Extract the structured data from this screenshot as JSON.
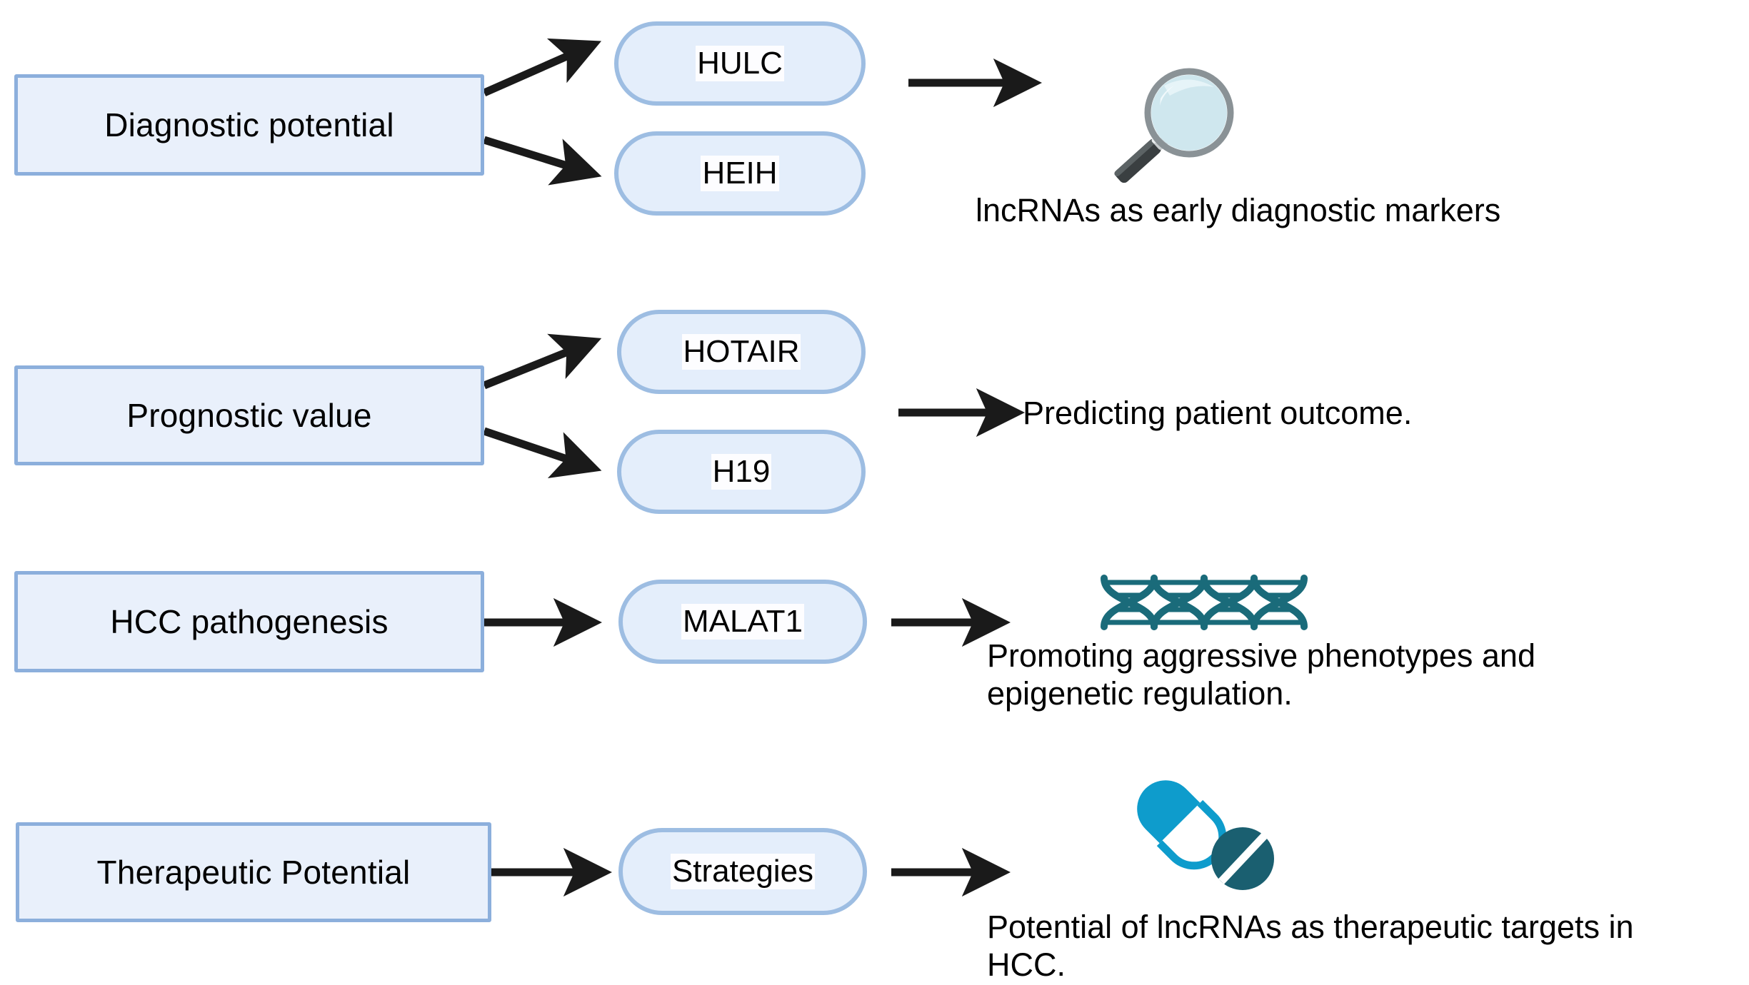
{
  "figure": {
    "title": "lncRNA roles in hepatocellular carcinoma (HCC) flow diagram",
    "colors": {
      "box_fill": "#e9f0fb",
      "box_border": "#8cafdc",
      "pill_fill": "#e4eefb",
      "pill_border": "#9dbde2",
      "arrow": "#1a1a1a",
      "dna_teal": "#1a6b7a",
      "capsule_blue": "#0e9ccc",
      "tablet_teal": "#1a5f70",
      "lens_glass": "#cfe7ee",
      "lens_rim": "#8a9296",
      "handle_dark": "#3a3f41",
      "text": "#000000"
    }
  },
  "rows": [
    {
      "id": "diagnostic",
      "category": "Diagnostic potential",
      "genes": [
        "HULC",
        "HEIH"
      ],
      "outcome": "lncRNAs as early diagnostic markers",
      "icon": "magnifying-glass-icon"
    },
    {
      "id": "prognostic",
      "category": "Prognostic value",
      "genes": [
        "HOTAIR",
        "H19"
      ],
      "outcome": "Predicting patient outcome.",
      "icon": null
    },
    {
      "id": "pathogenesis",
      "category": "HCC pathogenesis",
      "genes": [
        "MALAT1"
      ],
      "outcome": "Promoting aggressive phenotypes and epigenetic regulation.",
      "outcome_lines": [
        "Promoting aggressive phenotypes and",
        "epigenetic regulation."
      ],
      "icon": "dna-helix-icon"
    },
    {
      "id": "therapeutic",
      "category": "Therapeutic Potential",
      "genes": [
        "Strategies"
      ],
      "outcome": "Potential of lncRNAs as therapeutic targets in HCC.",
      "outcome_lines": [
        "Potential of lncRNAs as therapeutic targets in",
        "HCC."
      ],
      "icon": "pill-capsule-icon"
    }
  ]
}
